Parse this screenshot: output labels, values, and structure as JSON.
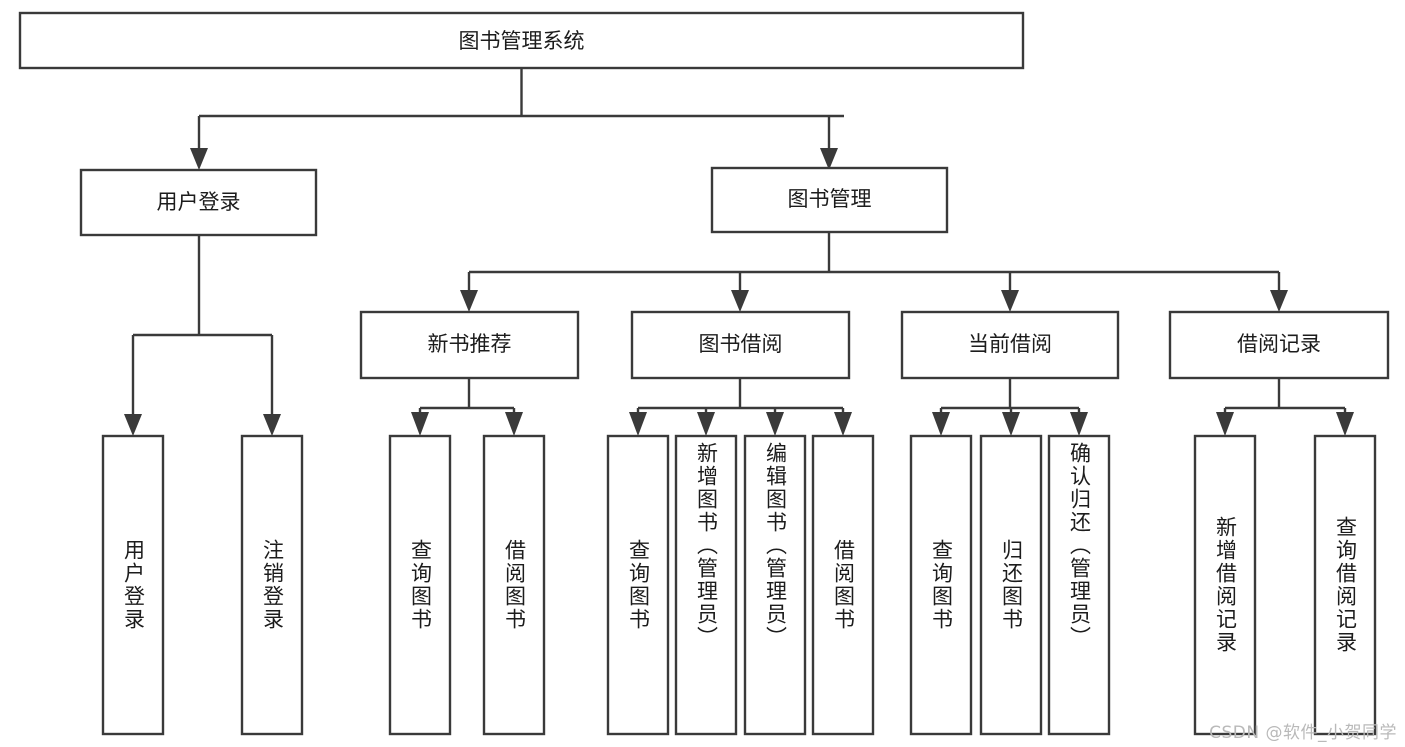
{
  "diagram": {
    "type": "tree-hierarchy",
    "title": "图书管理系统",
    "watermark": "CSDN @软件_小贺同学",
    "colors": {
      "stroke": "#3a3a3a",
      "box_fill": "#ffffff",
      "text": "#1c1c1c",
      "background": "#ffffff",
      "watermark": "#b9b9b9"
    },
    "root": {
      "id": "root",
      "label": "图书管理系统",
      "orientation": "horizontal"
    },
    "level2": [
      {
        "id": "user-login",
        "label": "用户登录",
        "orientation": "horizontal"
      },
      {
        "id": "book-manage",
        "label": "图书管理",
        "orientation": "horizontal"
      }
    ],
    "level3": [
      {
        "id": "new-book-recommend",
        "label": "新书推荐",
        "orientation": "horizontal",
        "parent": "book-manage"
      },
      {
        "id": "book-borrow",
        "label": "图书借阅",
        "orientation": "horizontal",
        "parent": "book-manage"
      },
      {
        "id": "current-borrow",
        "label": "当前借阅",
        "orientation": "horizontal",
        "parent": "book-manage"
      },
      {
        "id": "borrow-record",
        "label": "借阅记录",
        "orientation": "horizontal",
        "parent": "book-manage"
      }
    ],
    "leaves": [
      {
        "id": "leaf-user-login",
        "label": "用户登录",
        "orientation": "vertical",
        "parent": "user-login"
      },
      {
        "id": "leaf-logout-login",
        "label": "注销登录",
        "orientation": "vertical",
        "parent": "user-login"
      },
      {
        "id": "leaf-query-book-1",
        "label": "查询图书",
        "orientation": "vertical",
        "parent": "new-book-recommend"
      },
      {
        "id": "leaf-borrow-book-1",
        "label": "借阅图书",
        "orientation": "vertical",
        "parent": "new-book-recommend"
      },
      {
        "id": "leaf-query-book-2",
        "label": "查询图书",
        "orientation": "vertical",
        "parent": "book-borrow"
      },
      {
        "id": "leaf-add-book-admin",
        "label": "新增图书（管理员）",
        "orientation": "vertical",
        "parent": "book-borrow"
      },
      {
        "id": "leaf-edit-book-admin",
        "label": "编辑图书（管理员）",
        "orientation": "vertical",
        "parent": "book-borrow"
      },
      {
        "id": "leaf-borrow-book-2",
        "label": "借阅图书",
        "orientation": "vertical",
        "parent": "book-borrow"
      },
      {
        "id": "leaf-query-book-3",
        "label": "查询图书",
        "orientation": "vertical",
        "parent": "current-borrow"
      },
      {
        "id": "leaf-return-book",
        "label": "归还图书",
        "orientation": "vertical",
        "parent": "current-borrow"
      },
      {
        "id": "leaf-confirm-return-admin",
        "label": "确认归还（管理员）",
        "orientation": "vertical",
        "parent": "current-borrow"
      },
      {
        "id": "leaf-add-borrow-record",
        "label": "新增借阅记录",
        "orientation": "vertical",
        "parent": "borrow-record"
      },
      {
        "id": "leaf-query-borrow-record",
        "label": "查询借阅记录",
        "orientation": "vertical",
        "parent": "borrow-record"
      }
    ]
  }
}
